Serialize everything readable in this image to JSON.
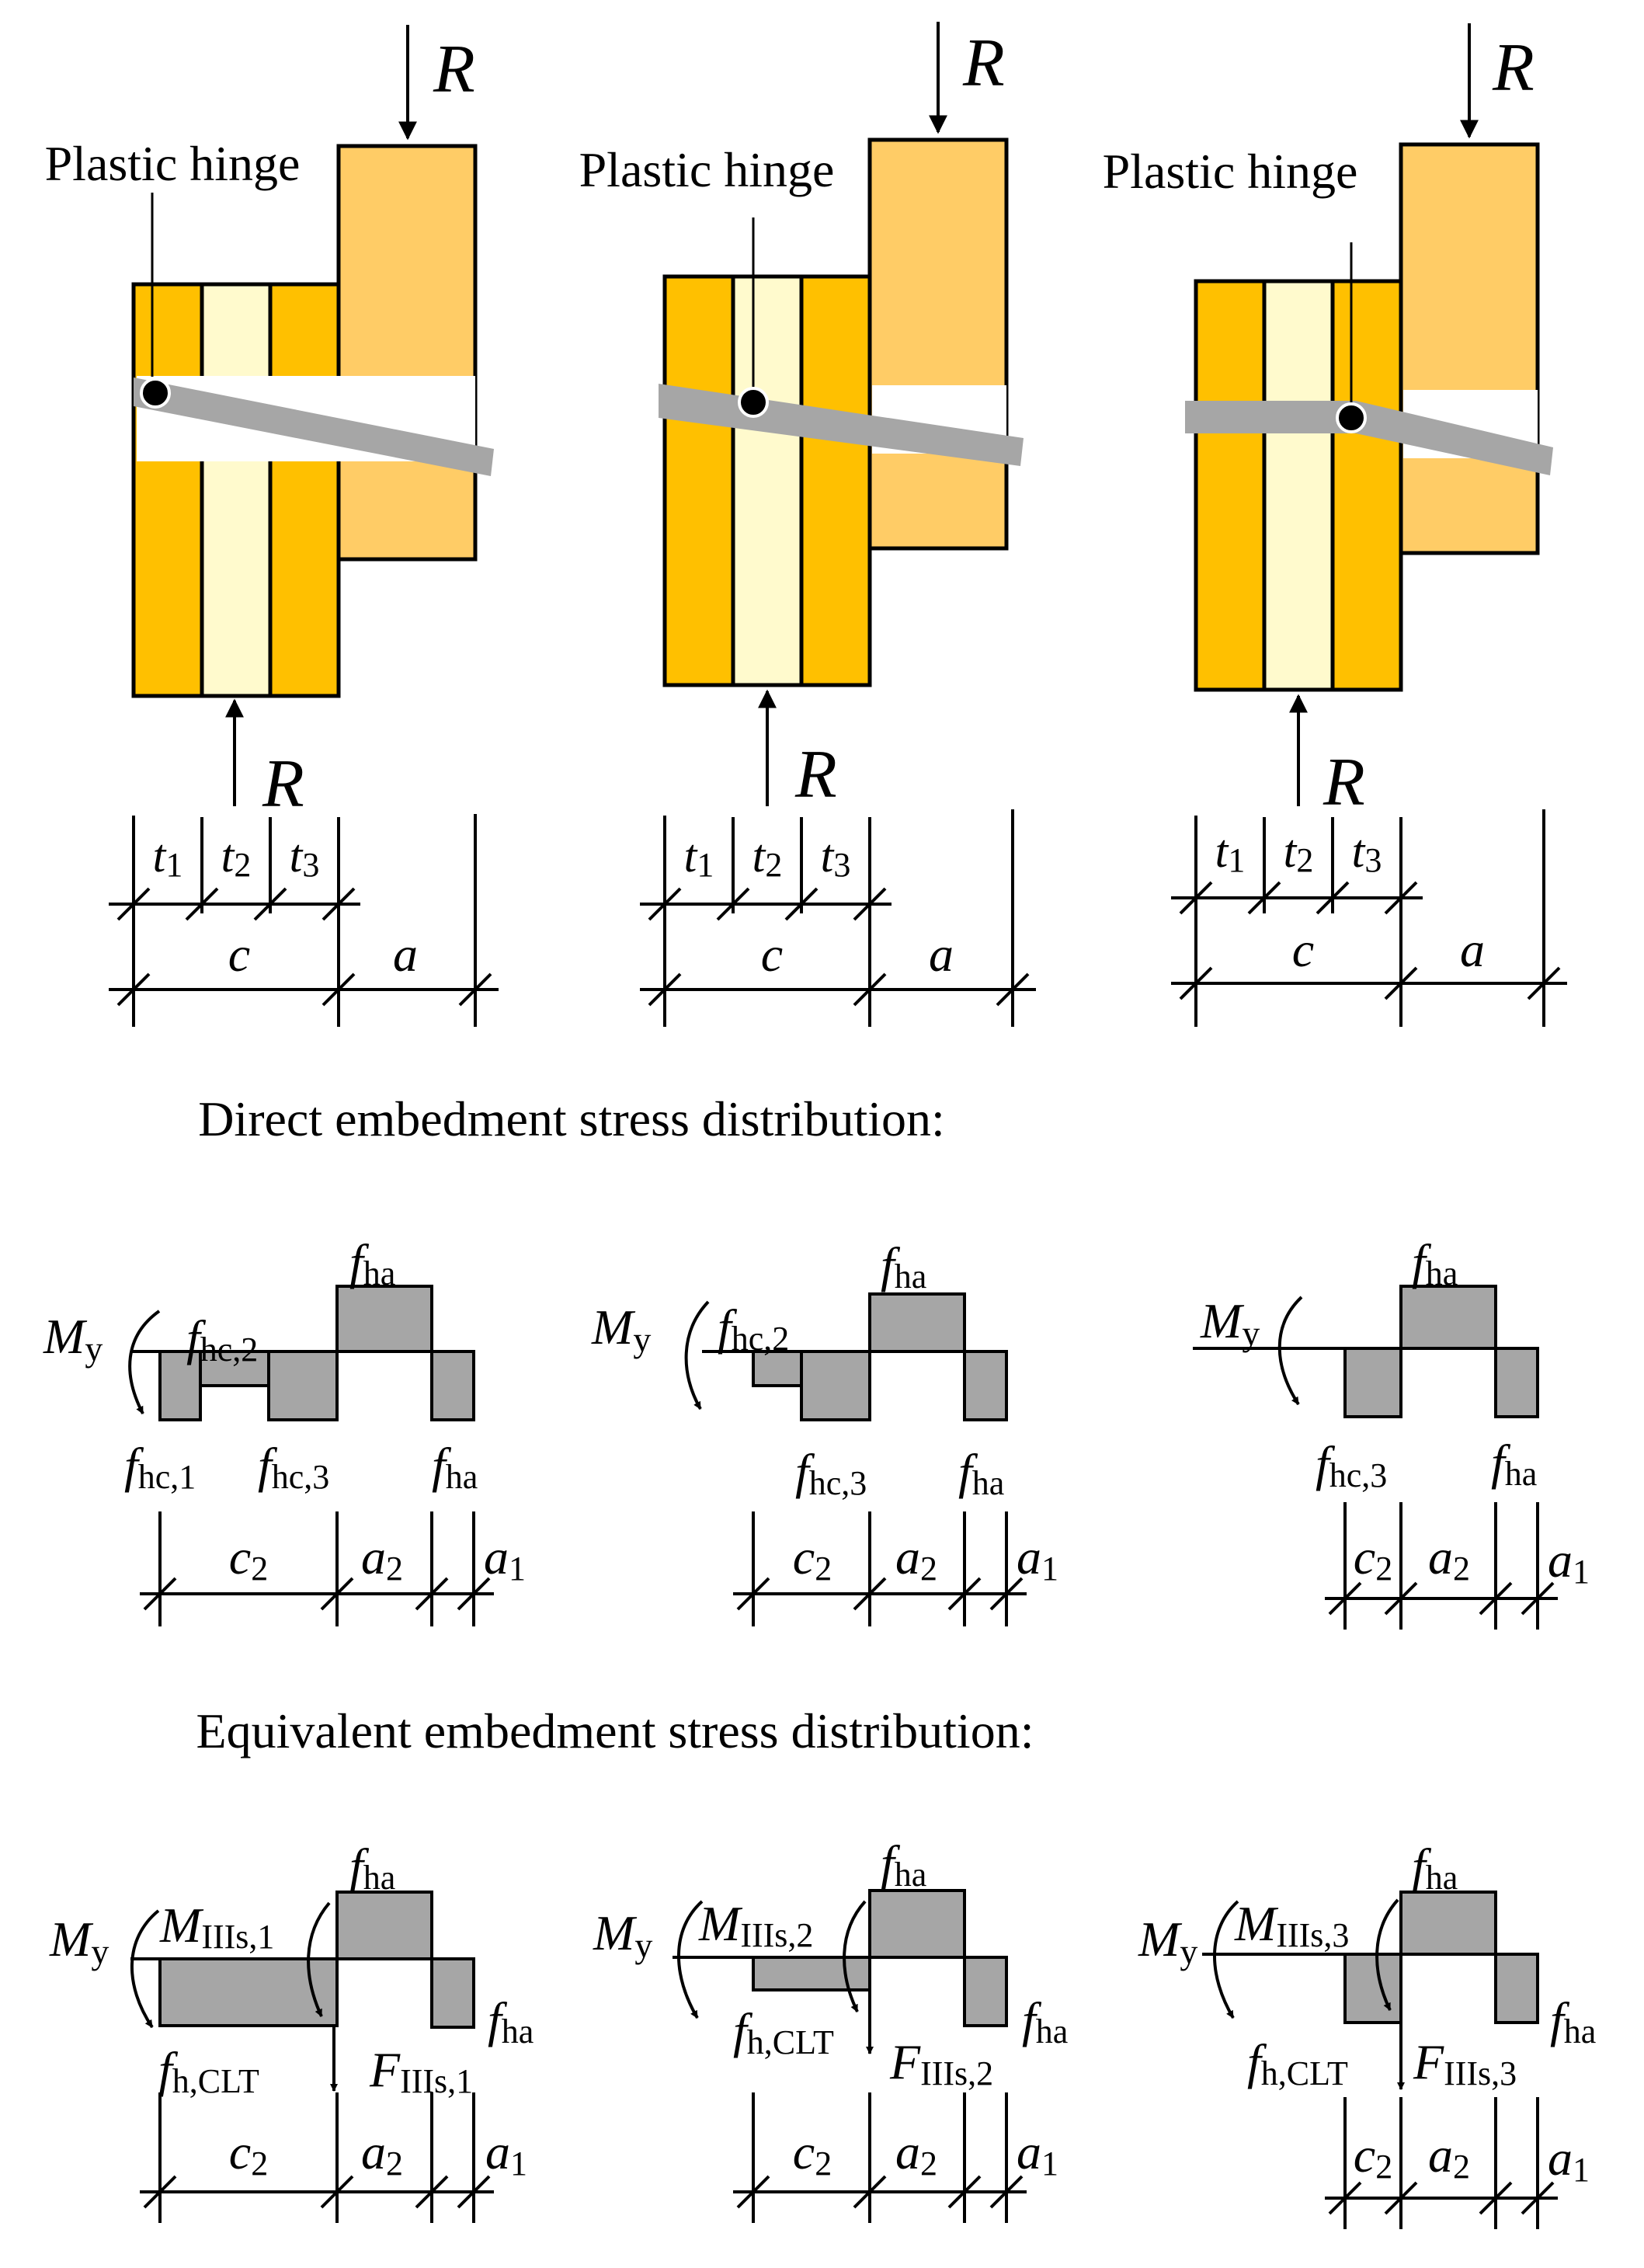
{
  "colors": {
    "wood_dark": "#FFC000",
    "wood_light": "#FFFACD",
    "side_member": "#FFCC66",
    "fastener": "#A6A6A6",
    "stress_block": "#A6A6A6",
    "outline": "#000000"
  },
  "labels": {
    "load": "R",
    "plastic_hinge": "Plastic hinge",
    "t1_base": "t",
    "t1_sub": "1",
    "t2_base": "t",
    "t2_sub": "2",
    "t3_base": "t",
    "t3_sub": "3",
    "c": "c",
    "a": "a",
    "c2_base": "c",
    "c2_sub": "2",
    "a2_base": "a",
    "a2_sub": "2",
    "a1_base": "a",
    "a1_sub": "1",
    "fha_base": "f",
    "fha_sub": "ha",
    "fhc1_base": "f",
    "fhc1_sub": "hc,1",
    "fhc2_base": "f",
    "fhc2_sub": "hc,2",
    "fhc3_base": "f",
    "fhc3_sub": "hc,3",
    "my_base": "M",
    "my_sub": "y",
    "fhclt_base": "f",
    "fhclt_sub": "h,CLT",
    "m1_base": "M",
    "m1_sub": "IIIs,1",
    "m2_base": "M",
    "m2_sub": "IIIs,2",
    "m3_base": "M",
    "m3_sub": "IIIs,3",
    "f1_base": "F",
    "f1_sub": "IIIs,1",
    "f2_base": "F",
    "f2_sub": "IIIs,2",
    "f3_base": "F",
    "f3_sub": "IIIs,3"
  },
  "headings": {
    "direct": "Direct embedment stress distribution:",
    "equivalent": "Equivalent embedment stress distribution:"
  }
}
